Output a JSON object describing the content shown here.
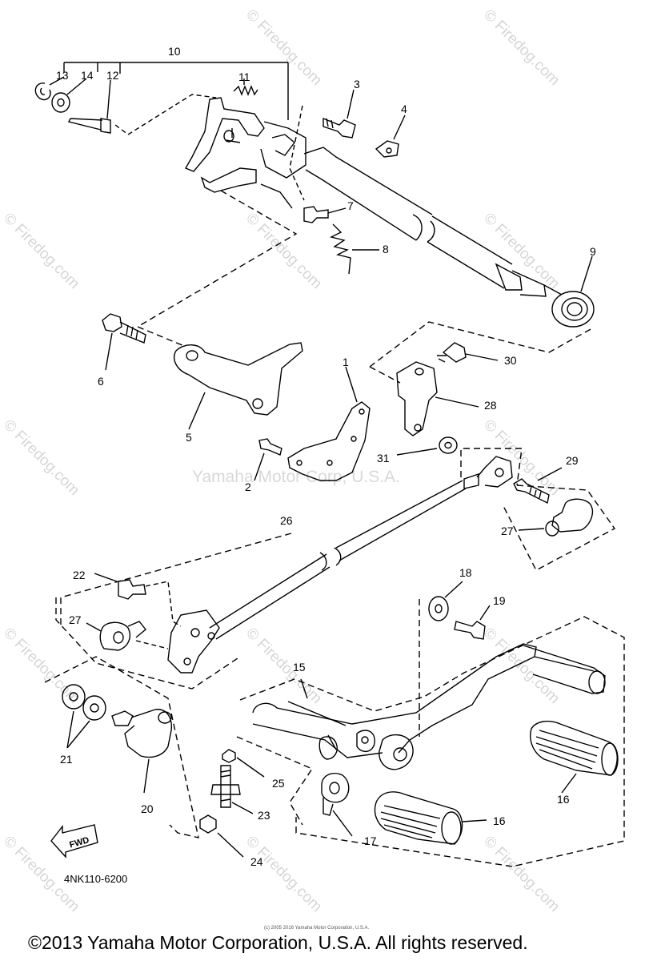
{
  "watermarks": {
    "site": "© Firedog.com",
    "center": "Yamaha Motor Corp, U.S.A."
  },
  "callouts": [
    "10",
    "13",
    "14",
    "12",
    "11",
    "3",
    "4",
    "7",
    "8",
    "9",
    "6",
    "5",
    "1",
    "2",
    "30",
    "28",
    "31",
    "29",
    "27",
    "26",
    "22",
    "27",
    "18",
    "19",
    "15",
    "21",
    "20",
    "25",
    "23",
    "17",
    "16",
    "16",
    "24"
  ],
  "diagram_code": "4NK110-6200",
  "fwd_label": "FWD",
  "fine_print": "(c) 2005 2016 Yamaha Motor Corporation, U.S.A.",
  "copyright": "©2013 Yamaha Motor Corporation, U.S.A. All rights reserved."
}
